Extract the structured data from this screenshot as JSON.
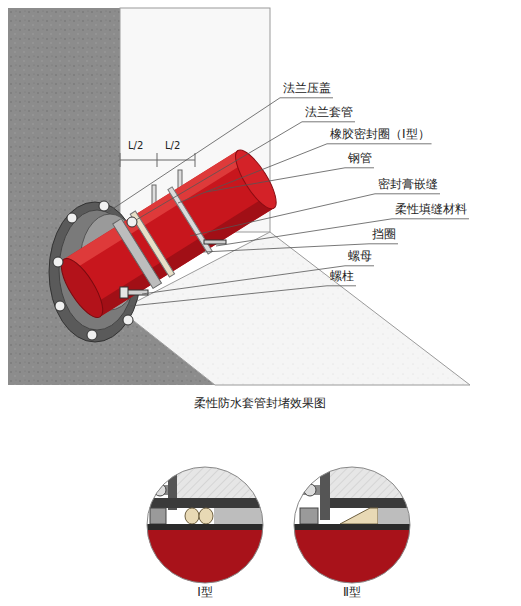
{
  "diagram": {
    "caption": "柔性防水套管封堵效果图",
    "labels": [
      "法兰压盖",
      "法兰套管",
      "橡胶密封圈（Ⅰ型）",
      "钢管",
      "密封膏嵌缝",
      "柔性填缝材料",
      "挡圈",
      "螺母",
      "螺柱",
      "L/2",
      "L/2",
      "Ⅰ型",
      "Ⅱ型"
    ]
  }
}
